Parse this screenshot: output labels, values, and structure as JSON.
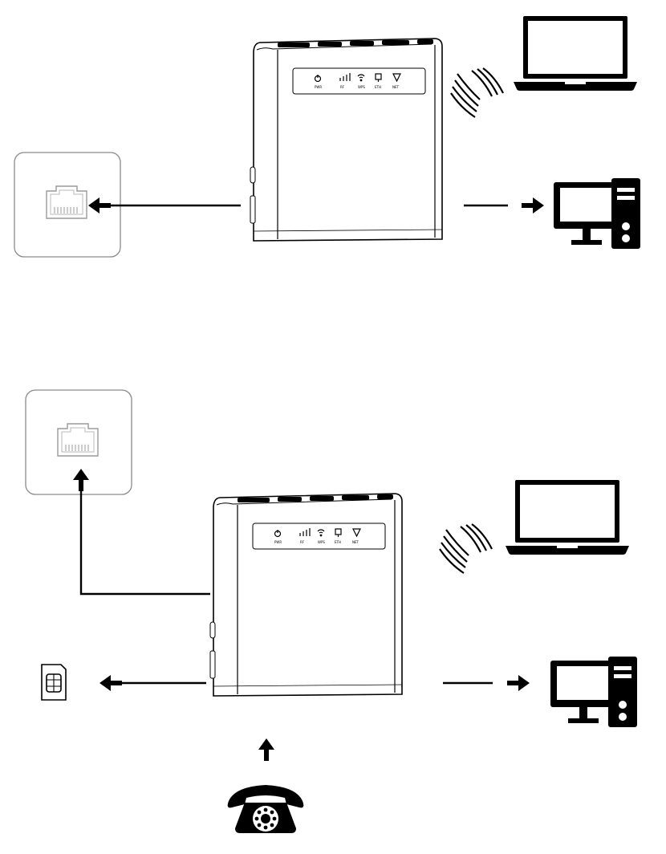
{
  "diagram": {
    "title": "",
    "panels": [
      {
        "id": "scenario-1",
        "router_led_labels": [
          "PWR",
          "RF",
          "WPS",
          "ETH",
          "NET"
        ],
        "connections": [
          {
            "from": "router",
            "to": "ethernet-wall-socket",
            "medium": "cable"
          },
          {
            "from": "router",
            "to": "laptop",
            "medium": "wireless"
          },
          {
            "from": "router",
            "to": "desktop-computer",
            "medium": "cable"
          }
        ]
      },
      {
        "id": "scenario-2",
        "router_led_labels": [
          "PWR",
          "RF",
          "WPS",
          "ETH",
          "NET"
        ],
        "connections": [
          {
            "from": "router",
            "to": "ethernet-wall-socket",
            "medium": "cable"
          },
          {
            "from": "router",
            "to": "laptop",
            "medium": "wireless"
          },
          {
            "from": "router",
            "to": "desktop-computer",
            "medium": "cable"
          },
          {
            "from": "router",
            "to": "sim-card",
            "medium": "slot"
          },
          {
            "from": "telephone",
            "to": "router",
            "medium": "cable"
          }
        ]
      }
    ],
    "colors": {
      "ink": "#000000",
      "panel": "#ffffff",
      "wall_plate_border": "#8a8a8a",
      "port": "#9a9a9a"
    },
    "icons": [
      "router-icon",
      "ethernet-socket-icon",
      "laptop-icon",
      "desktop-computer-icon",
      "wifi-waves-icon",
      "sim-card-icon",
      "telephone-icon",
      "arrow-icon"
    ]
  }
}
